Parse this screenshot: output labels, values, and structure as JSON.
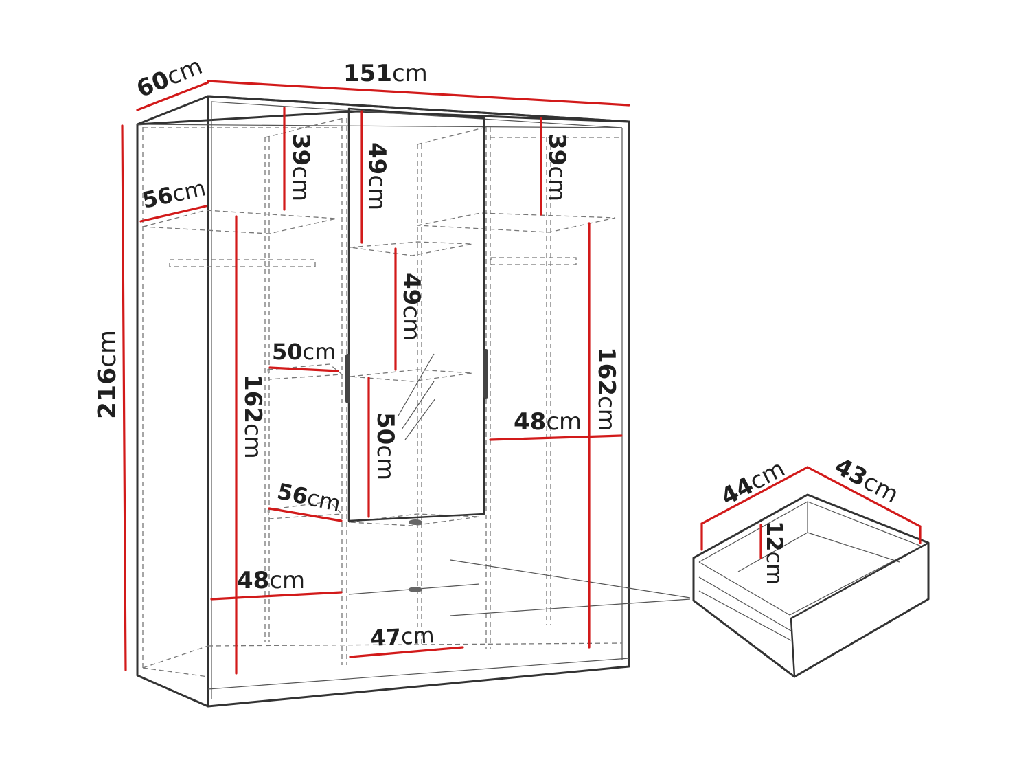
{
  "colors": {
    "dimension_line": "#d21a1a",
    "outline": "#333333",
    "dashed": "#777777",
    "background": "#ffffff"
  },
  "unit": "cm",
  "dimensions": {
    "depth": "60",
    "width": "151",
    "height": "216",
    "left_top_39": "39",
    "mid_top_49": "49",
    "right_top_39": "39",
    "left_shelf_56": "56",
    "mid_49": "49",
    "shelf_50": "50",
    "left_162": "162",
    "mirror_50": "50",
    "right_162": "162",
    "right_48": "48",
    "shelf_56_low": "56",
    "left_48": "48",
    "bottom_47": "47",
    "drawer_44": "44",
    "drawer_43": "43",
    "drawer_12": "12"
  }
}
